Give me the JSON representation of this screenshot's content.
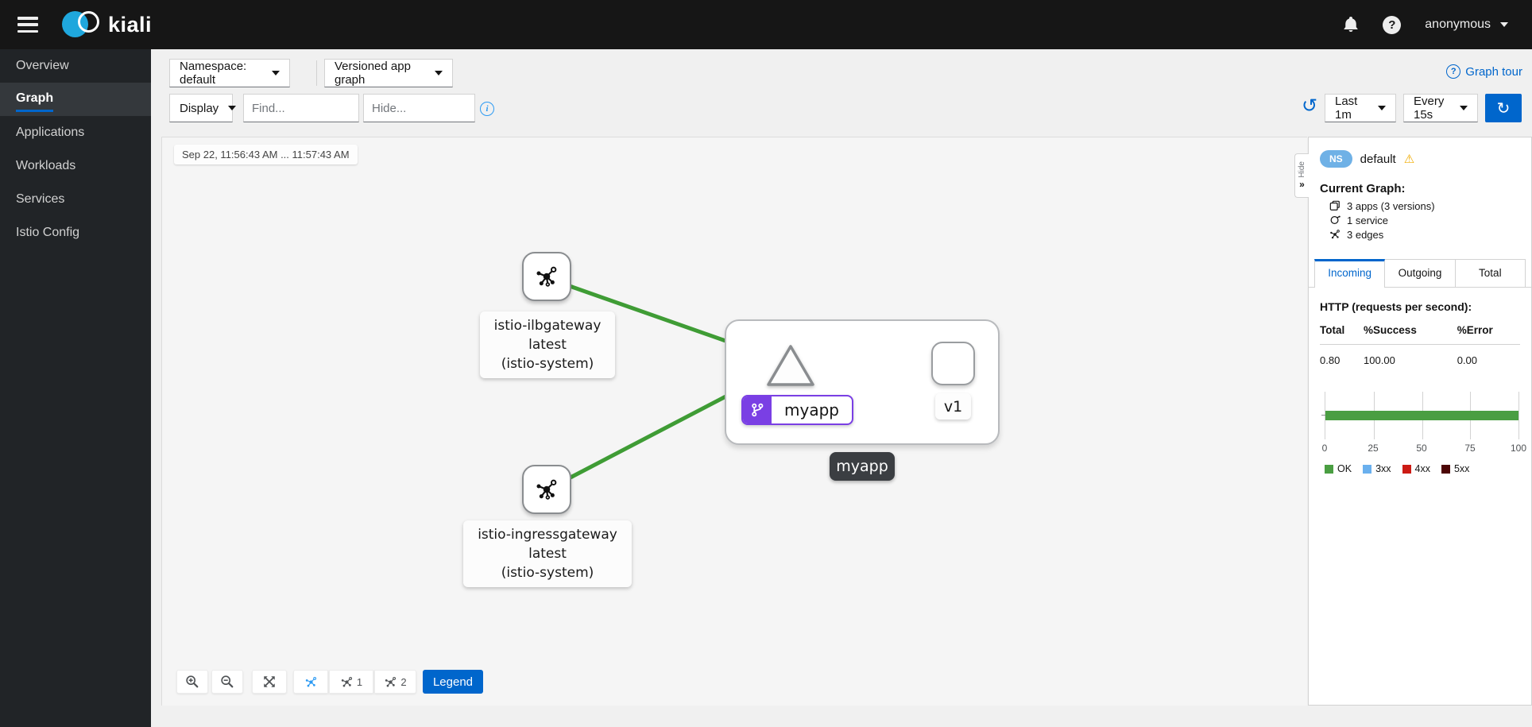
{
  "topbar": {
    "brand": "kiali",
    "user": "anonymous"
  },
  "sidebar": {
    "items": [
      {
        "label": "Overview",
        "active": false
      },
      {
        "label": "Graph",
        "active": true
      },
      {
        "label": "Applications",
        "active": false
      },
      {
        "label": "Workloads",
        "active": false
      },
      {
        "label": "Services",
        "active": false
      },
      {
        "label": "Istio Config",
        "active": false
      }
    ]
  },
  "toolbar": {
    "namespace_dropdown": "Namespace: default",
    "graph_type_dropdown": "Versioned app graph",
    "graph_tour_label": "Graph tour",
    "display_dropdown": "Display",
    "find_placeholder": "Find...",
    "hide_placeholder": "Hide...",
    "time_range_dropdown": "Last 1m",
    "refresh_interval_dropdown": "Every 15s"
  },
  "graph": {
    "timestamp_label": "Sep 22, 11:56:43 AM ... 11:57:43 AM",
    "nodes": {
      "ilbgateway": {
        "line1": "istio-ilbgateway",
        "line2": "latest",
        "line3": "(istio-system)"
      },
      "ingressgateway": {
        "line1": "istio-ingressgateway",
        "line2": "latest",
        "line3": "(istio-system)"
      },
      "app_badge": "myapp",
      "version_label": "v1",
      "group_tooltip": "myapp"
    },
    "controls": {
      "legend_label": "Legend",
      "layout1_count": "1",
      "layout2_count": "2"
    }
  },
  "side_panel": {
    "hide_label": "Hide",
    "hide_chevrons": "»",
    "namespace_badge": "NS",
    "namespace_name": "default",
    "current_graph_title": "Current Graph:",
    "stats": [
      {
        "icon": "applications-icon",
        "label": "3 apps (3 versions)"
      },
      {
        "icon": "service-icon",
        "label": "1 service"
      },
      {
        "icon": "edges-icon",
        "label": "3 edges"
      }
    ],
    "tabs": [
      {
        "label": "Incoming",
        "active": true
      },
      {
        "label": "Outgoing",
        "active": false
      },
      {
        "label": "Total",
        "active": false
      }
    ],
    "http_title": "HTTP (requests per second):",
    "table": {
      "headers": [
        "Total",
        "%Success",
        "%Error"
      ],
      "rows": [
        [
          "0.80",
          "100.00",
          "0.00"
        ]
      ]
    }
  },
  "chart_data": {
    "type": "bar",
    "orientation": "horizontal",
    "stacked": true,
    "title": "HTTP (requests per second)",
    "categories": [
      ""
    ],
    "series": [
      {
        "name": "OK",
        "values": [
          100
        ],
        "color": "#4a9e42"
      },
      {
        "name": "3xx",
        "values": [
          0
        ],
        "color": "#6ab0ee"
      },
      {
        "name": "4xx",
        "values": [
          0
        ],
        "color": "#cc1b14"
      },
      {
        "name": "5xx",
        "values": [
          0
        ],
        "color": "#4c0505"
      }
    ],
    "xlim": [
      0,
      100
    ],
    "xticks": [
      0,
      25,
      50,
      75,
      100
    ],
    "grid": true,
    "legend_position": "bottom"
  },
  "icons": {
    "help_glyph": "?",
    "info_glyph": "i",
    "warning_glyph": "⚠",
    "history_glyph": "↺",
    "refresh_glyph": "↻"
  },
  "colors": {
    "accent_blue": "#0066cc",
    "edge_green": "#3f9c35",
    "app_purple": "#7a3fe4",
    "warning_gold": "#f0ab00",
    "ns_badge_blue": "#6fb1e6",
    "tooltip_dark": "#3b3e42",
    "topbar_black": "#161616",
    "sidebar_dark": "#212427"
  }
}
